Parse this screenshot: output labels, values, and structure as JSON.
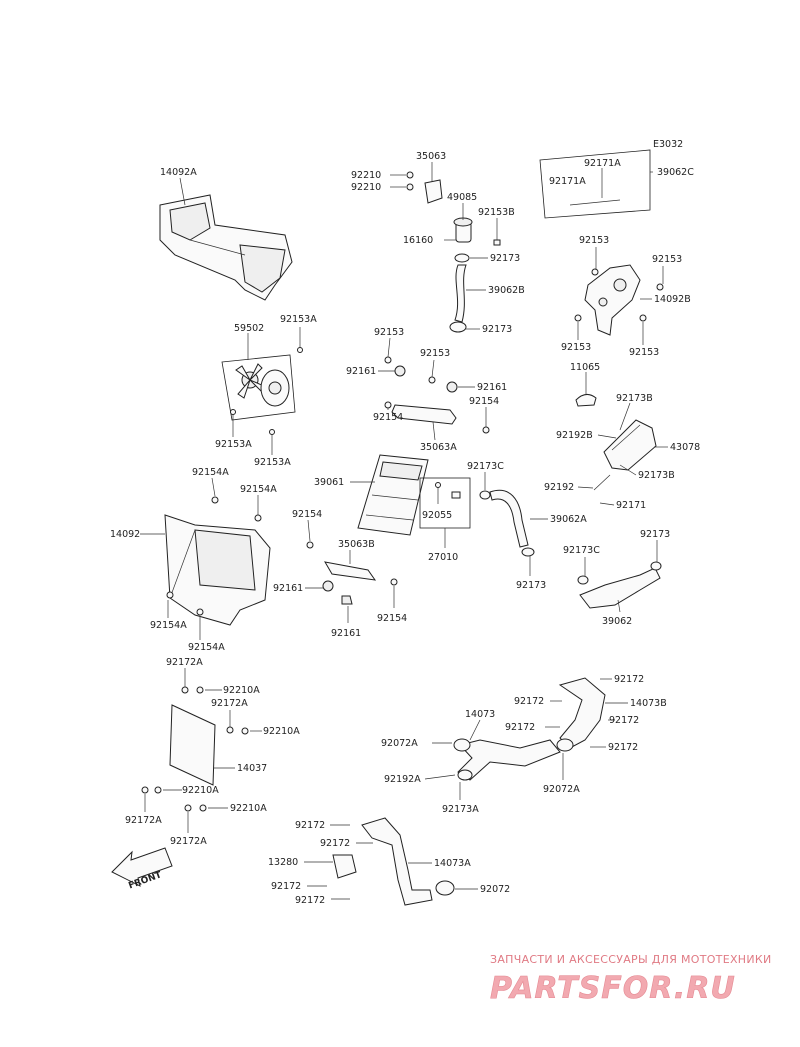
{
  "diagram_code": "E3032",
  "parts": [
    {
      "id": "p14092A",
      "label": "14092A"
    },
    {
      "id": "p92210_1",
      "label": "92210"
    },
    {
      "id": "p92210_2",
      "label": "92210"
    },
    {
      "id": "p35063",
      "label": "35063"
    },
    {
      "id": "p49085",
      "label": "49085"
    },
    {
      "id": "p92153B",
      "label": "92153B"
    },
    {
      "id": "p16160",
      "label": "16160"
    },
    {
      "id": "p92173_top",
      "label": "92173"
    },
    {
      "id": "p39062B",
      "label": "39062B"
    },
    {
      "id": "p92173_mid",
      "label": "92173"
    },
    {
      "id": "p92171A_1",
      "label": "92171A"
    },
    {
      "id": "p92171A_2",
      "label": "92171A"
    },
    {
      "id": "p39062C",
      "label": "39062C"
    },
    {
      "id": "p92153_r1",
      "label": "92153"
    },
    {
      "id": "p92153_r2",
      "label": "92153"
    },
    {
      "id": "p14092B",
      "label": "14092B"
    },
    {
      "id": "p92153_r3",
      "label": "92153"
    },
    {
      "id": "p92153_r4",
      "label": "92153"
    },
    {
      "id": "p11065",
      "label": "11065"
    },
    {
      "id": "p92173B_1",
      "label": "92173B"
    },
    {
      "id": "p92192B",
      "label": "92192B"
    },
    {
      "id": "p43078",
      "label": "43078"
    },
    {
      "id": "p92173B_2",
      "label": "92173B"
    },
    {
      "id": "p92192",
      "label": "92192"
    },
    {
      "id": "p92171",
      "label": "92171"
    },
    {
      "id": "p92153A_1",
      "label": "92153A"
    },
    {
      "id": "p59502",
      "label": "59502"
    },
    {
      "id": "p92153A_2",
      "label": "92153A"
    },
    {
      "id": "p92153A_3",
      "label": "92153A"
    },
    {
      "id": "p92153_c1",
      "label": "92153"
    },
    {
      "id": "p92161_1",
      "label": "92161"
    },
    {
      "id": "p92153_c2",
      "label": "92153"
    },
    {
      "id": "p92161_2",
      "label": "92161"
    },
    {
      "id": "p92154_1",
      "label": "92154"
    },
    {
      "id": "p92154_2",
      "label": "92154"
    },
    {
      "id": "p35063A",
      "label": "35063A"
    },
    {
      "id": "p92173C_1",
      "label": "92173C"
    },
    {
      "id": "p39061",
      "label": "39061"
    },
    {
      "id": "p92055",
      "label": "92055"
    },
    {
      "id": "p39062A",
      "label": "39062A"
    },
    {
      "id": "p27010",
      "label": "27010"
    },
    {
      "id": "p92173_low",
      "label": "92173"
    },
    {
      "id": "p92154A_1",
      "label": "92154A"
    },
    {
      "id": "p92154A_2",
      "label": "92154A"
    },
    {
      "id": "p14092",
      "label": "14092"
    },
    {
      "id": "p92154_3",
      "label": "92154"
    },
    {
      "id": "p35063B",
      "label": "35063B"
    },
    {
      "id": "p92161_3",
      "label": "92161"
    },
    {
      "id": "p92161_4",
      "label": "92161"
    },
    {
      "id": "p92154_4",
      "label": "92154"
    },
    {
      "id": "p92154A_3",
      "label": "92154A"
    },
    {
      "id": "p92154A_4",
      "label": "92154A"
    },
    {
      "id": "p92173_r",
      "label": "92173"
    },
    {
      "id": "p92173C_2",
      "label": "92173C"
    },
    {
      "id": "p39062",
      "label": "39062"
    },
    {
      "id": "p92172A_1",
      "label": "92172A"
    },
    {
      "id": "p92210A_1",
      "label": "92210A"
    },
    {
      "id": "p92172A_2",
      "label": "92172A"
    },
    {
      "id": "p92210A_2",
      "label": "92210A"
    },
    {
      "id": "p14037",
      "label": "14037"
    },
    {
      "id": "p92210A_3",
      "label": "92210A"
    },
    {
      "id": "p92172A_3",
      "label": "92172A"
    },
    {
      "id": "p92210A_4",
      "label": "92210A"
    },
    {
      "id": "p92172A_4",
      "label": "92172A"
    },
    {
      "id": "p92172_a",
      "label": "92172"
    },
    {
      "id": "p92172_b",
      "label": "92172"
    },
    {
      "id": "p14073B",
      "label": "14073B"
    },
    {
      "id": "p92172_c",
      "label": "92172"
    },
    {
      "id": "p92172_d",
      "label": "92172"
    },
    {
      "id": "p14073",
      "label": "14073"
    },
    {
      "id": "p92072A_1",
      "label": "92072A"
    },
    {
      "id": "p92172_e",
      "label": "92172"
    },
    {
      "id": "p92192A",
      "label": "92192A"
    },
    {
      "id": "p92173A",
      "label": "92173A"
    },
    {
      "id": "p92072A_2",
      "label": "92072A"
    },
    {
      "id": "p92172_f",
      "label": "92172"
    },
    {
      "id": "p92172_g",
      "label": "92172"
    },
    {
      "id": "p14073A",
      "label": "14073A"
    },
    {
      "id": "p13280",
      "label": "13280"
    },
    {
      "id": "p92172_h",
      "label": "92172"
    },
    {
      "id": "p92072",
      "label": "92072"
    },
    {
      "id": "p92172_i",
      "label": "92172"
    }
  ],
  "front_label": "FRONT",
  "watermark": {
    "tagline": "ЗАПЧАСТИ И АКСЕССУАРЫ ДЛЯ МОТОТЕХНИКИ",
    "logo": "PARTSFOR.RU"
  },
  "colors": {
    "line": "#222222",
    "watermark": "#e07a84"
  }
}
